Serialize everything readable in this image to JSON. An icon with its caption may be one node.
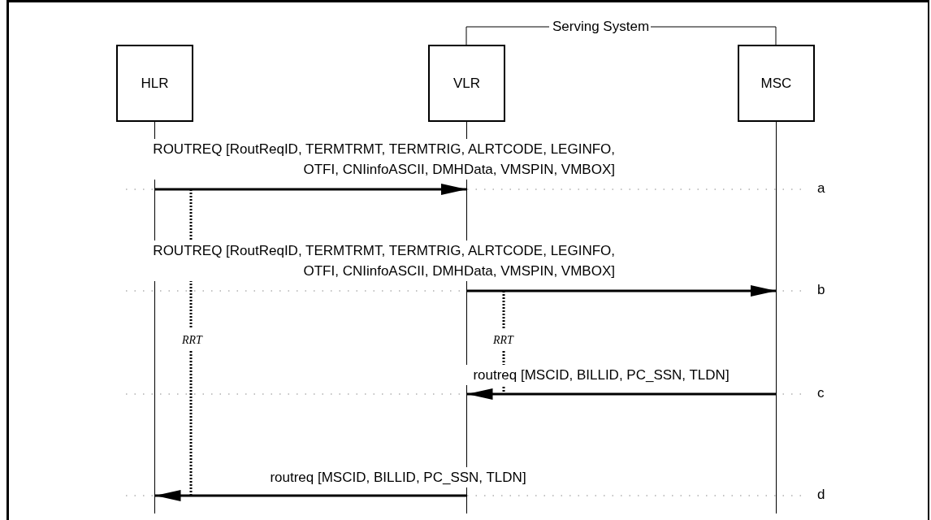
{
  "diagram": {
    "nodes": [
      {
        "text": [
          "HLR"
        ]
      },
      {
        "text": [
          "VLR"
        ]
      },
      {
        "text": [
          "MSC"
        ]
      }
    ],
    "edges": [
      {
        "from": 0,
        "to": 1,
        "arrow": "to",
        "label": "ROUTREQ [RoutReqID, TERMTRMT, TERMTRIG, ALRTCODE, LEGINFO, OTFI, CNIinfoASCII, DMHData, VMSPIN, VMBOX]"
      },
      {
        "from": 1,
        "to": 2,
        "arrow": "to",
        "label": "ROUTREQ [RoutReqID, TERMTRMT, TERMTRIG, ALRTCODE, LEGINFO, OTFI, CNIinfoASCII, DMHData, VMSPIN, VMBOX]"
      },
      {
        "from": 2,
        "to": 1,
        "arrow": "to",
        "label": "routreq [MSCID, BILLID, PC_SSN, TLDN]"
      },
      {
        "from": 1,
        "to": 0,
        "arrow": "to",
        "label": "routreq [MSCID, BILLID, PC_SSN, TLDN]"
      }
    ],
    "labels": [
      "Serving System",
      "a",
      "b",
      "RRT",
      "RRT",
      "c",
      "d"
    ]
  }
}
